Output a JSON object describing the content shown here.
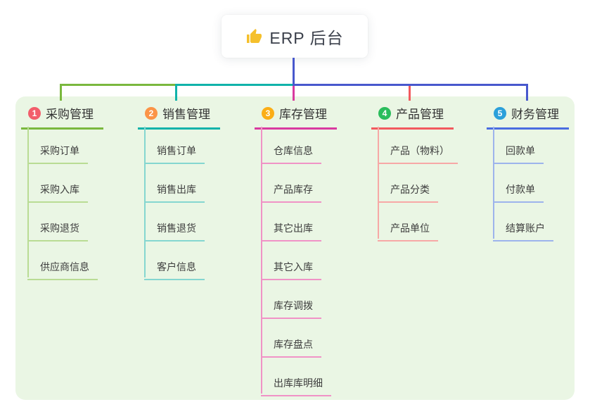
{
  "root": {
    "label": "ERP 后台",
    "icon": "thumbs-up-icon",
    "icon_color": "#f5c02c",
    "card_bg": "#ffffff",
    "text_color": "#3b404b"
  },
  "connector_color": "#4858cd",
  "panel_bg": "#eaf6e4",
  "branches": [
    {
      "num": "1",
      "label": "采购管理",
      "badge_color": "#f25e6b",
      "line_color": "#7ab83e",
      "light_color": "#b9dc94",
      "items": [
        "采购订单",
        "采购入库",
        "采购退货",
        "供应商信息"
      ]
    },
    {
      "num": "2",
      "label": "销售管理",
      "badge_color": "#fb9447",
      "line_color": "#10b3aa",
      "light_color": "#85d6d0",
      "items": [
        "销售订单",
        "销售出库",
        "销售退货",
        "客户信息"
      ]
    },
    {
      "num": "3",
      "label": "库存管理",
      "badge_color": "#fbae17",
      "line_color": "#d93aa0",
      "light_color": "#f093c6",
      "items": [
        "仓库信息",
        "产品库存",
        "其它出库",
        "其它入库",
        "库存调拨",
        "库存盘点",
        "出库库明细"
      ]
    },
    {
      "num": "4",
      "label": "产品管理",
      "badge_color": "#2abd5c",
      "line_color": "#f25a5e",
      "light_color": "#f7a8a6",
      "items": [
        "产品（物料）",
        "产品分类",
        "产品单位"
      ]
    },
    {
      "num": "5",
      "label": "财务管理",
      "badge_color": "#2ba0da",
      "line_color": "#4a6de0",
      "light_color": "#9db4ec",
      "items": [
        "回款单",
        "付款单",
        "结算账户"
      ]
    }
  ]
}
